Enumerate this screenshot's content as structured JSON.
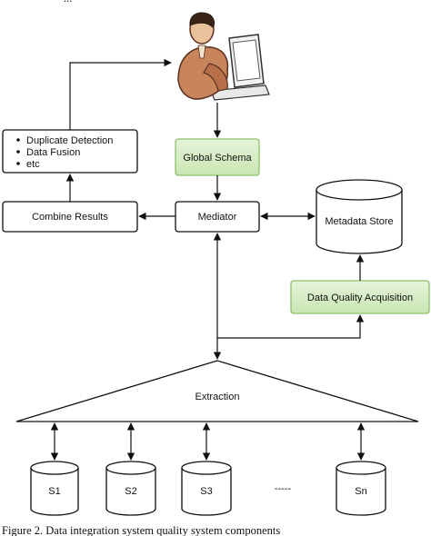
{
  "figure": {
    "top_cut_text": "...",
    "caption": "Figure 2.   Data integration system quality system components"
  },
  "nodes": {
    "global_schema": "Global Schema",
    "mediator": "Mediator",
    "combine_results": "Combine Results",
    "metadata_store": "Metadata Store",
    "data_quality_acquisition": "Data Quality Acquisition",
    "extraction": "Extraction",
    "post_processing": [
      "Duplicate Detection",
      "Data Fusion",
      "etc"
    ],
    "sources": [
      "S1",
      "S2",
      "S3",
      "Sn"
    ],
    "ellipsis": "-----"
  },
  "icons": {
    "user": "user-at-computer-icon"
  },
  "colors": {
    "highlight_fill": "#d5ecc4",
    "highlight_stroke": "#8fbf6e",
    "line": "#111111"
  }
}
